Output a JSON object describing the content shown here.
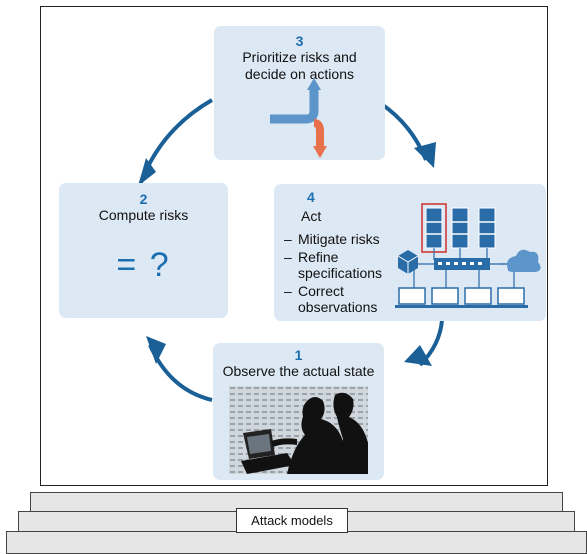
{
  "diagram": {
    "steps": [
      {
        "number": "1",
        "title": "Observe the actual state"
      },
      {
        "number": "2",
        "title": "Compute risks",
        "symbol": "= ?"
      },
      {
        "number": "3",
        "title": "Prioritize risks and decide on actions"
      },
      {
        "number": "4",
        "title": "Act",
        "items": [
          "Mitigate risks",
          "Refine specifications",
          "Correct observations"
        ]
      }
    ],
    "foundation_label": "Attack models"
  },
  "colors": {
    "card_fill": "#dce8f4",
    "number_blue": "#1b6fb0",
    "cycle_arrow": "#1a5f96",
    "pipe_blue": "#5b95c9",
    "pipe_orange": "#e8704a",
    "server_blue": "#2a6ca8",
    "highlight_red": "#d0312d",
    "cloud_blue": "#5b95c9"
  }
}
